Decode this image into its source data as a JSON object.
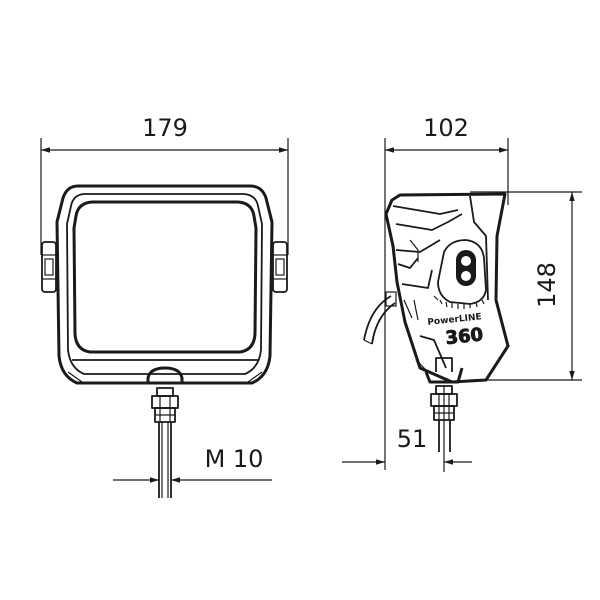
{
  "dimensions": {
    "width": "179",
    "depth": "102",
    "height": "148",
    "mount_offset": "51",
    "thread": "M 10"
  },
  "product_marking": {
    "brand": "PowerLINE",
    "model": "360"
  },
  "colors": {
    "line": "#1a1a1a",
    "background": "#ffffff"
  }
}
